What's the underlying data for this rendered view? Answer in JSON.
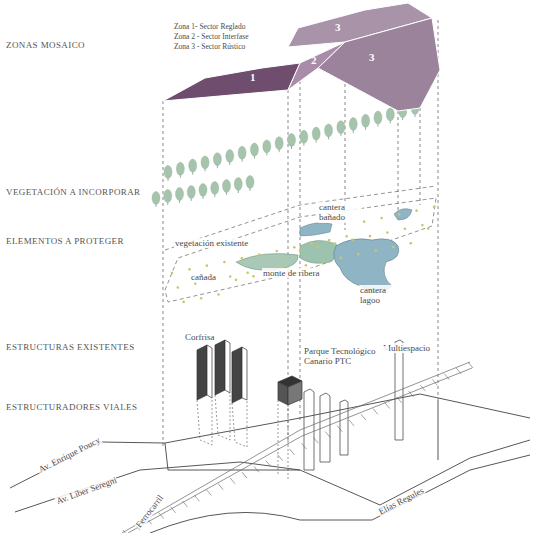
{
  "diagram": {
    "nodes": [
      {
        "text": [
          "1"
        ]
      },
      {
        "text": [
          "2"
        ]
      },
      {
        "text": [
          "3"
        ]
      },
      {
        "text": [
          "3"
        ]
      }
    ],
    "labels": [
      "ZONAS MOSAICO",
      "Zona 1- Sector Reglado",
      "Zona 2 - Sector Interfase",
      "Zona 3 - Sector Rústico",
      "VEGETACIÓN A INCORPORAR",
      "ELEMENTOS A PROTEGER",
      "cantera bañado",
      "vegetación existente",
      "monte de ribera",
      "cañada",
      "cantera lagoo",
      "ESTRUCTURAS EXISTENTES",
      "Corfrisa",
      "Multiespacio",
      "Parque Tecnológico Canario PTC",
      "ESTRUCTURADORES VIALES",
      "Av. Enrique Poucy",
      "Av. Líber Seregni",
      "Ferrocarril",
      "Elías Regules"
    ]
  }
}
